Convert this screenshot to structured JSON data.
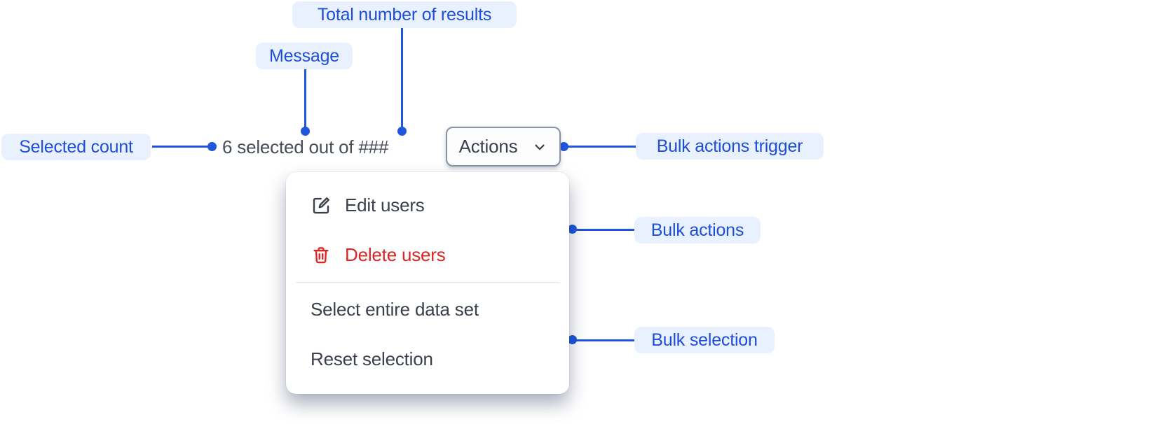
{
  "colors": {
    "label_text": "#1D4ED8",
    "label_bg": "#EAF1FE",
    "connector": "#2056DB",
    "text_dark": "#3A414D",
    "text_message": "#474E59",
    "danger": "#DC2626",
    "button_border": "#8993A4",
    "divider": "#E2E4E8",
    "menu_bg": "#FFFFFF",
    "canvas_bg": "#FFFFFF"
  },
  "annotations": {
    "total_results": "Total number of results",
    "message": "Message",
    "selected_count": "Selected count",
    "bulk_actions_trigger": "Bulk actions trigger",
    "bulk_actions": "Bulk actions",
    "bulk_selection": "Bulk selection"
  },
  "toolbar": {
    "message_text": "6 selected out of ###",
    "actions_label": "Actions",
    "chevron_icon": "chevron-down-icon"
  },
  "menu": {
    "items": [
      {
        "label": "Edit users",
        "icon": "edit-icon",
        "danger": false
      },
      {
        "label": "Delete users",
        "icon": "trash-icon",
        "danger": true
      },
      {
        "label": "Select entire data set",
        "icon": null,
        "danger": false
      },
      {
        "label": "Reset selection",
        "icon": null,
        "danger": false
      }
    ]
  }
}
